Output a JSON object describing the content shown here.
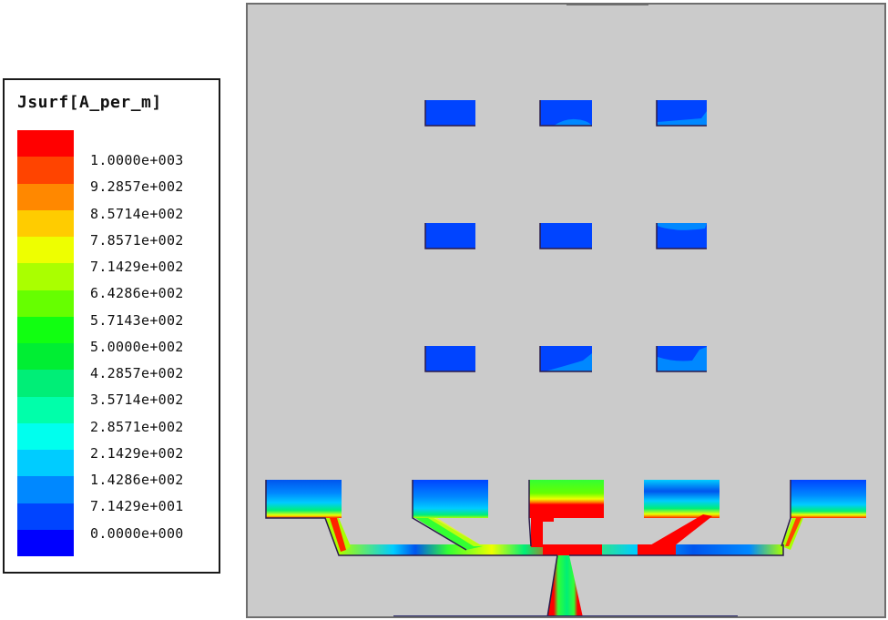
{
  "legend": {
    "title": "Jsurf[A_per_m]",
    "bands": [
      {
        "color": "#ff0000"
      },
      {
        "color": "#ff4400"
      },
      {
        "color": "#ff8800"
      },
      {
        "color": "#ffcc00"
      },
      {
        "color": "#eeff00"
      },
      {
        "color": "#aaff00"
      },
      {
        "color": "#66ff00"
      },
      {
        "color": "#11ff11"
      },
      {
        "color": "#00ee33"
      },
      {
        "color": "#00ee77"
      },
      {
        "color": "#00ffaa"
      },
      {
        "color": "#00ffee"
      },
      {
        "color": "#00ccff"
      },
      {
        "color": "#0088ff"
      },
      {
        "color": "#0044ff"
      },
      {
        "color": "#0000ff"
      }
    ],
    "ticks": [
      "1.0000e+003",
      "9.2857e+002",
      "8.5714e+002",
      "7.8571e+002",
      "7.1429e+002",
      "6.4286e+002",
      "5.7143e+002",
      "5.0000e+002",
      "4.2857e+002",
      "3.5714e+002",
      "2.8571e+002",
      "2.1429e+002",
      "1.4286e+002",
      "7.1429e+001",
      "0.0000e+000"
    ]
  },
  "viewport": {
    "background": "#cbcbcb",
    "description": "Surface current density plot of antenna array with 3x3 parasitic patches and 5-port feed network"
  }
}
